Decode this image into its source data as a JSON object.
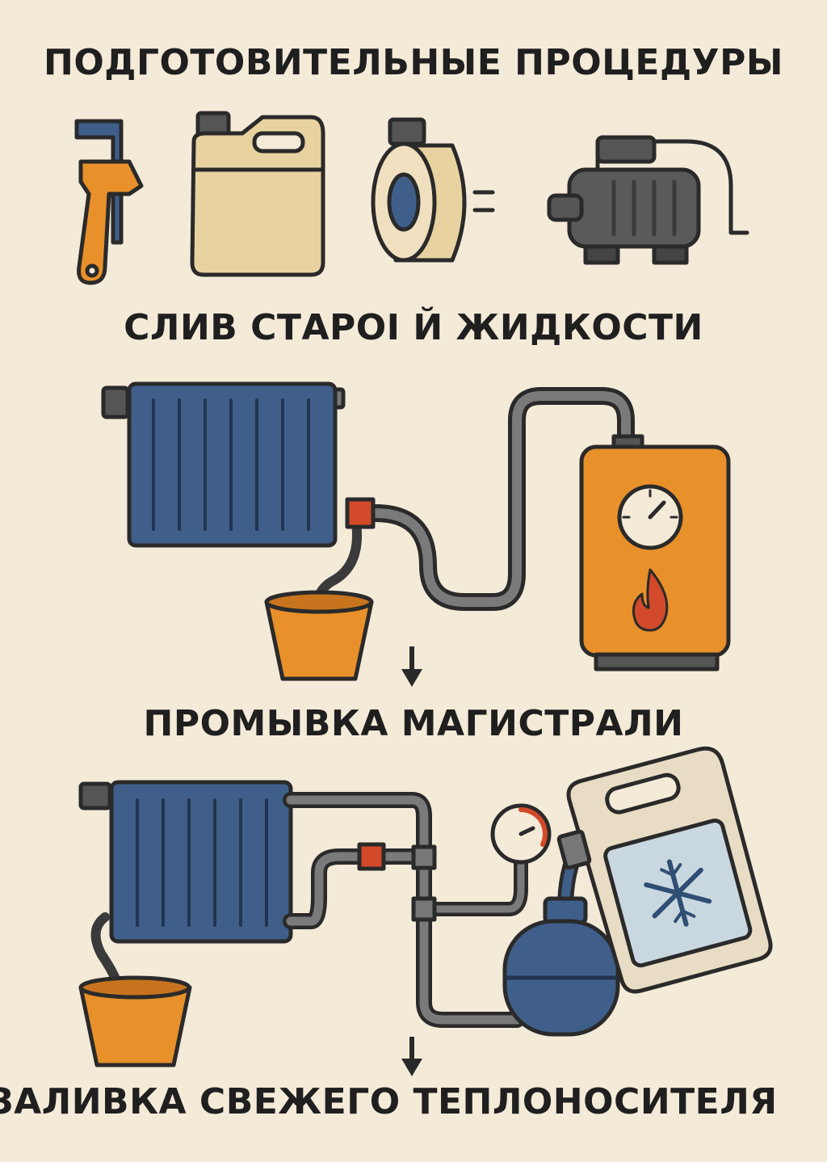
{
  "headings": {
    "step1": "ПОДГОТОВИТЕЛЬНЫЕ ПРОЦЕДУРЫ",
    "step2": "СЛИВ СТАРОІ Й ЖИДКОСТИ",
    "step3": "ПРОМЫВКА МАГИСТРАЛИ",
    "step4": "ЗАЛИВКА СВЕЖЕГО ТЕПЛОНОСИТЕЛЯ"
  },
  "colors": {
    "background": "#f4ead8",
    "blue": "#3f5f8a",
    "orange": "#e8902a",
    "outline": "#2a2a2a",
    "pipe": "#7a7a7a"
  },
  "icons": [
    "pipe-wrench-icon",
    "canister-icon",
    "tape-roll-icon",
    "pump-icon",
    "radiator-icon",
    "boiler-icon",
    "bucket-icon",
    "arrow-down-icon",
    "pressure-gauge-icon",
    "expansion-tank-icon",
    "antifreeze-canister-icon",
    "snowflake-icon",
    "flame-icon"
  ]
}
